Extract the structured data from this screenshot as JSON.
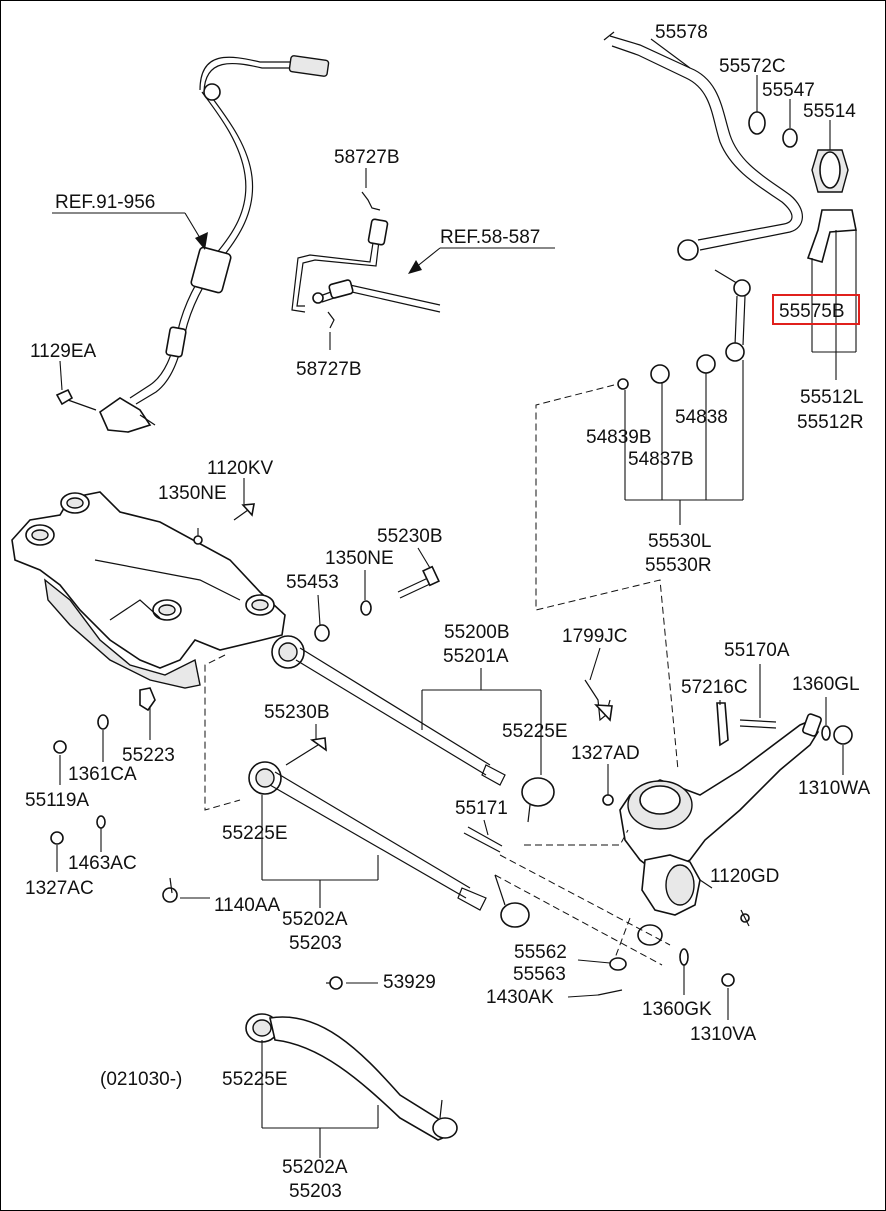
{
  "highlight_color": "#e0201c",
  "labels": {
    "p55578": "55578",
    "p55572c": "55572C",
    "p55547": "55547",
    "p55514": "55514",
    "p58727b_top": "58727B",
    "ref91956": "REF.91-956",
    "ref58587": "REF.58-587",
    "p55575b": "55575B",
    "p58727b_bot": "58727B",
    "p1129ea": "1129EA",
    "p55512l": "55512L",
    "p55512r": "55512R",
    "p54838": "54838",
    "p54839b": "54839B",
    "p54837b": "54837B",
    "p1120kv": "1120KV",
    "p1350ne_a": "1350NE",
    "p55530l": "55530L",
    "p55530r": "55530R",
    "p55230b_a": "55230B",
    "p1350ne_b": "1350NE",
    "p55453": "55453",
    "p55200b": "55200B",
    "p55201a": "55201A",
    "p1799jc": "1799JC",
    "p55170a": "55170A",
    "p57216c": "57216C",
    "p1360gl": "1360GL",
    "p55230b_b": "55230B",
    "p55225e_a": "55225E",
    "p55223": "55223",
    "p1327ad": "1327AD",
    "p1310wa": "1310WA",
    "p1361ca": "1361CA",
    "p55119a": "55119A",
    "p55171": "55171",
    "p55225e_b": "55225E",
    "p1463ac": "1463AC",
    "p1327ac": "1327AC",
    "p1120gd": "1120GD",
    "p1140aa": "1140AA",
    "p55202a_a": "55202A",
    "p55203_a": "55203",
    "p55562": "55562",
    "p55563": "55563",
    "p53929": "53929",
    "p1430ak": "1430AK",
    "p1360gk": "1360GK",
    "p1310va": "1310VA",
    "date_note": "(021030-)",
    "p55225e_c": "55225E",
    "p55202a_b": "55202A",
    "p55203_b": "55203"
  }
}
